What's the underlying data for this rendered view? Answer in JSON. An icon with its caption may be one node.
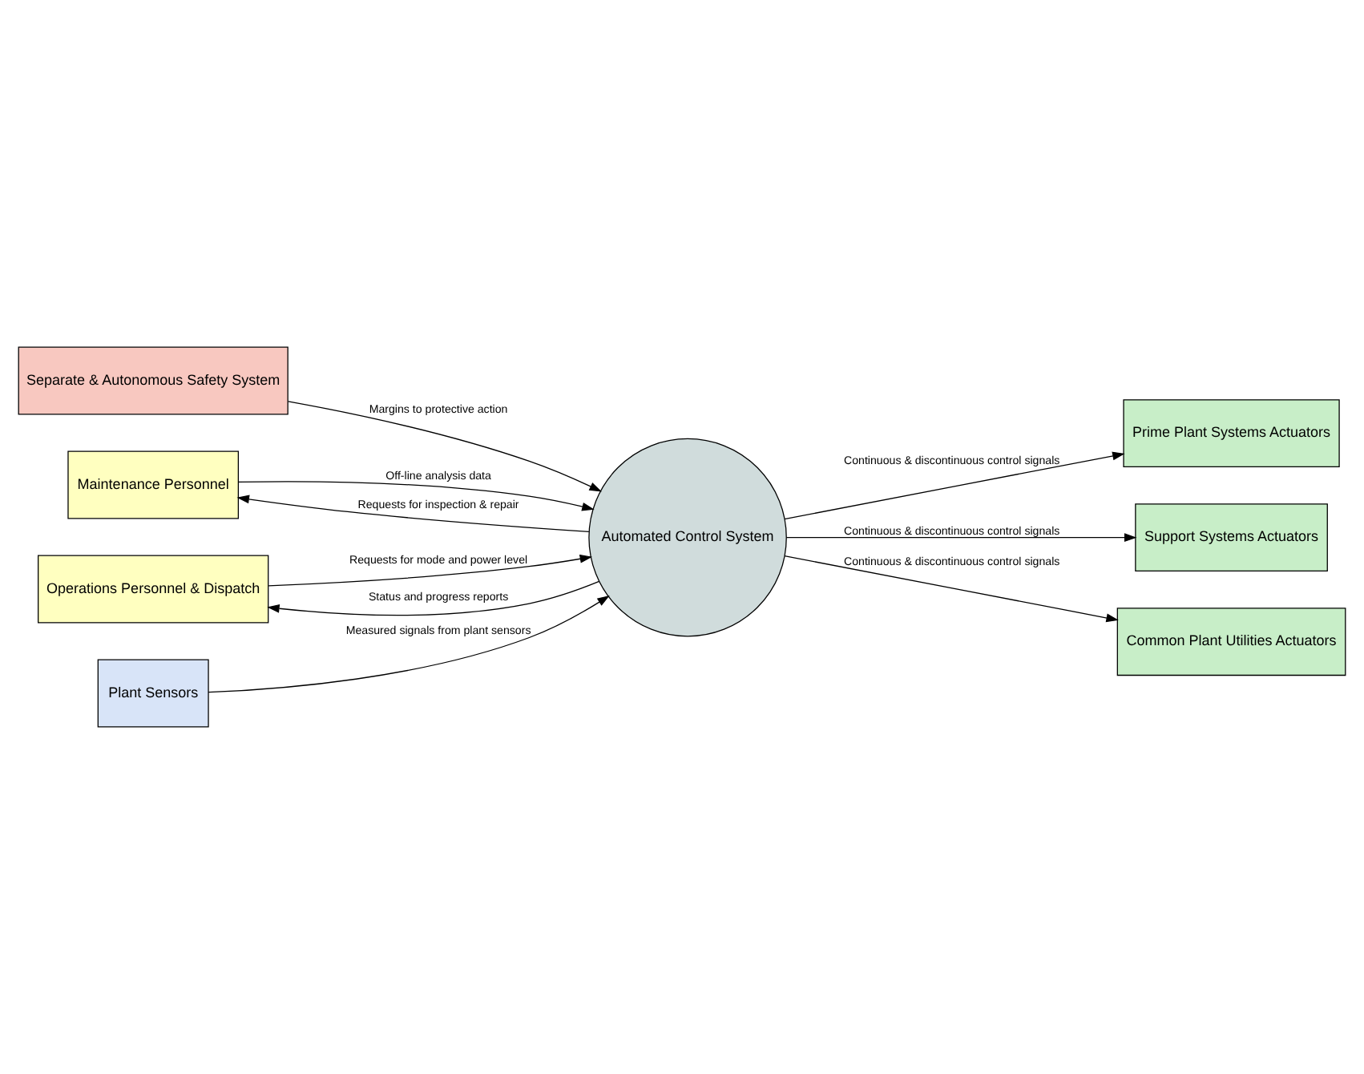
{
  "diagram": {
    "nodes": [
      {
        "text": [
          "Separate & Autonomous Safety System"
        ]
      },
      {
        "text": [
          "Maintenance Personnel"
        ]
      },
      {
        "text": [
          "Operations Personnel & Dispatch"
        ]
      },
      {
        "text": [
          "Plant Sensors"
        ]
      },
      {
        "text": [
          "Automated Control System"
        ]
      },
      {
        "text": [
          "Prime Plant Systems Actuators"
        ]
      },
      {
        "text": [
          "Support Systems Actuators"
        ]
      },
      {
        "text": [
          "Common Plant Utilities Actuators"
        ]
      }
    ],
    "edges": [
      {
        "from": 0,
        "to": 4,
        "arrow": "to",
        "label": "Margins to protective action"
      },
      {
        "from": 1,
        "to": 4,
        "arrow": "to",
        "label": "Off-line analysis data"
      },
      {
        "from": 4,
        "to": 1,
        "arrow": "to",
        "label": "Requests for inspection & repair"
      },
      {
        "from": 2,
        "to": 4,
        "arrow": "to",
        "label": "Requests for mode and power level"
      },
      {
        "from": 4,
        "to": 2,
        "arrow": "to",
        "label": "Status and progress reports"
      },
      {
        "from": 3,
        "to": 4,
        "arrow": "to",
        "label": "Measured signals from plant sensors"
      },
      {
        "from": 4,
        "to": 5,
        "arrow": "to",
        "label": "Continuous & discontinuous control signals"
      },
      {
        "from": 4,
        "to": 6,
        "arrow": "to",
        "label": "Continuous & discontinuous control signals"
      },
      {
        "from": 4,
        "to": 7,
        "arrow": "to",
        "label": "Continuous & discontinuous control signals"
      }
    ]
  }
}
